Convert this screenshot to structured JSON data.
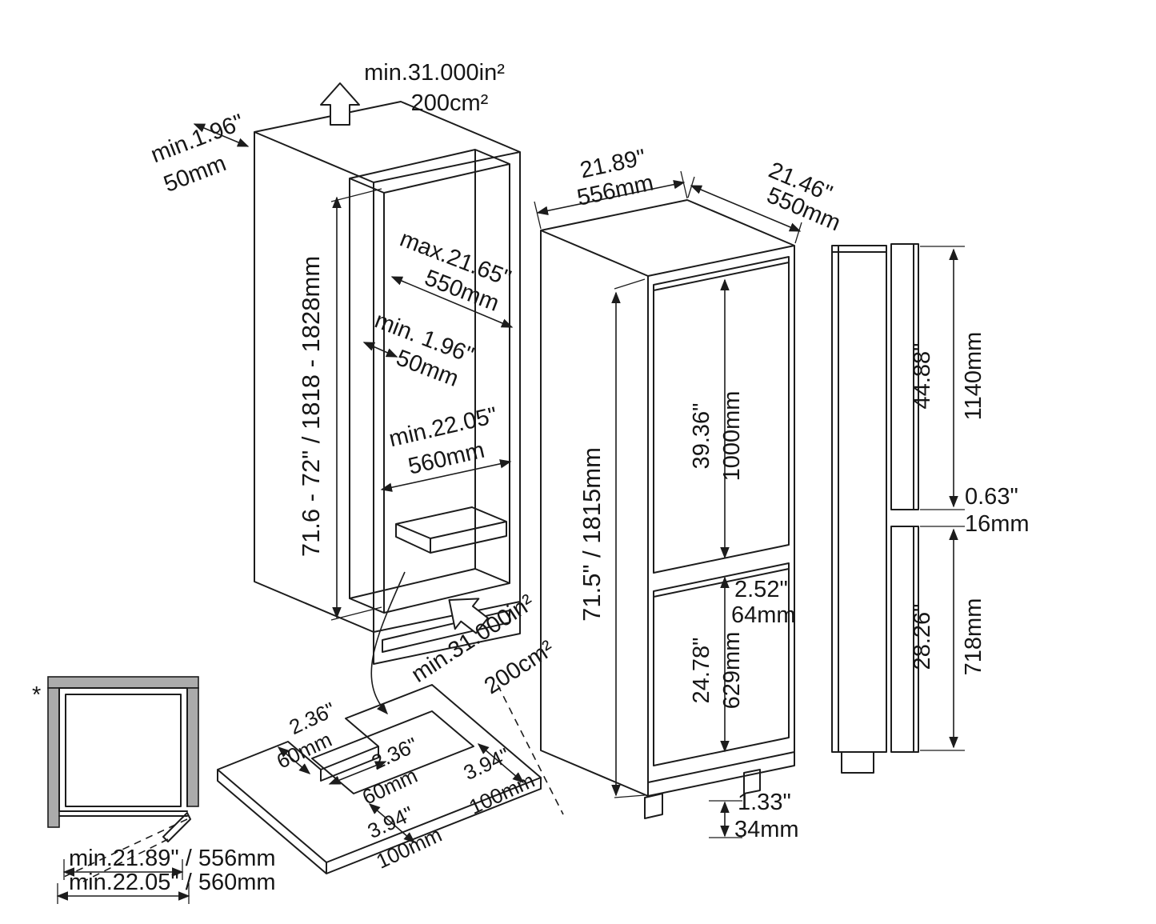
{
  "colors": {
    "line": "#1c1c1c",
    "wall_fill": "#ababab"
  },
  "niche": {
    "top_vent": {
      "area_in": "min.31.000in²",
      "area_cm": "200cm²"
    },
    "top_clearance": {
      "in": "min.1.96\"",
      "mm": "50mm"
    },
    "max_depth": {
      "in": "max.21.65\"",
      "mm": "550mm"
    },
    "rear_clearance": {
      "in": "min. 1.96\"",
      "mm": "50mm"
    },
    "min_width": {
      "in": "min.22.05\"",
      "mm": "560mm"
    },
    "height_range": "71.6 - 72\" / 1818 - 1828mm",
    "bottom_vent": {
      "area_in": "min.31.000in²",
      "area_cm": "200cm²"
    }
  },
  "fridge": {
    "width": {
      "in": "21.89\"",
      "mm": "556mm"
    },
    "depth": {
      "in": "21.46\"",
      "mm": "550mm"
    },
    "height": "71.5\" / 1815mm",
    "upper_door": {
      "in": "39.36\"",
      "mm": "1000mm"
    },
    "door_gap": {
      "in": "2.52\"",
      "mm": "64mm"
    },
    "lower_door": {
      "in": "24.78\"",
      "mm": "629mm"
    },
    "base_height": {
      "in": "1.33\"",
      "mm": "34mm"
    }
  },
  "panels": {
    "upper": {
      "in": "44.88\"",
      "mm": "1140mm"
    },
    "gap": {
      "in": "0.63\"",
      "mm": "16mm"
    },
    "lower": {
      "in": "28.26\"",
      "mm": "718mm"
    }
  },
  "top_view": {
    "footnote_marker": "*",
    "niche_width": "min.21.89\" / 556mm",
    "niche_width_outer": "min.22.05\" / 560mm"
  },
  "plinth": {
    "notch_depth": {
      "in": "2.36\"",
      "mm": "60mm"
    },
    "notch_width": {
      "in": "2.36\"",
      "mm": "60mm"
    },
    "side_clearance": {
      "in": "3.94\"",
      "mm": "100mm"
    },
    "front_clearance": {
      "in": "3.94\"",
      "mm": "100mm"
    }
  }
}
